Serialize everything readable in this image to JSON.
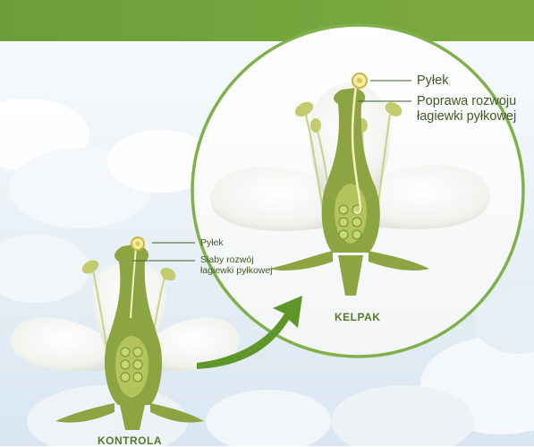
{
  "colors": {
    "header_green": "#76a53c",
    "ring_green": "#7fb04a",
    "arrow_green": "#5f962a",
    "stem_green": "#9bb04c",
    "text_green": "#3f5a22",
    "caption_green": "#567a2a"
  },
  "control_flower": {
    "pollen_label": "Pyłek",
    "tube_label_line1": "Słaby rozwój",
    "tube_label_line2": "łagiewki pyłkowej",
    "caption": "KONTROLA"
  },
  "treated_flower": {
    "pollen_label": "Pyłek",
    "tube_label_line1": "Poprawa rozwoju",
    "tube_label_line2": "łagiewki pyłkowej",
    "caption": "KELPAK"
  }
}
